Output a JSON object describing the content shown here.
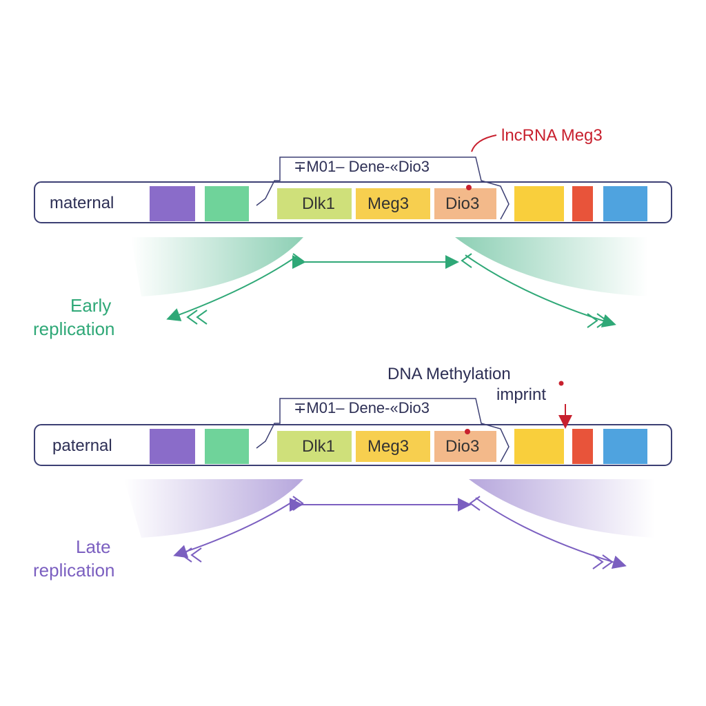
{
  "annotations": {
    "lncrna": "lncRNA Meg3",
    "methylation_line1": "DNA Methylation",
    "methylation_line2": "imprint"
  },
  "alleles": [
    {
      "id": "maternal",
      "label": "maternal",
      "region_title": "∓M01– Dene-«Dio3",
      "genes": [
        "Dlk1",
        "Meg3",
        "Dio3"
      ],
      "replication_line1": "Early",
      "replication_line2": "replication",
      "color": "#2fa877"
    },
    {
      "id": "paternal",
      "label": "paternal",
      "region_title": "∓M01– Dene-«Dio3",
      "genes": [
        "Dlk1",
        "Meg3",
        "Dio3"
      ],
      "replication_line1": "Late",
      "replication_line2": "replication",
      "color": "#7b5fc0"
    }
  ],
  "block_colors": {
    "purple": "#8a6cc9",
    "green": "#6fd39a",
    "dlk1": "#cfe07a",
    "meg3": "#f7cf4f",
    "dio3": "#f3b98a",
    "yellow": "#f9cf3c",
    "red": "#e8543a",
    "blue": "#4fa3df",
    "accent_red": "#c8202e",
    "outline": "#3c3f73"
  }
}
